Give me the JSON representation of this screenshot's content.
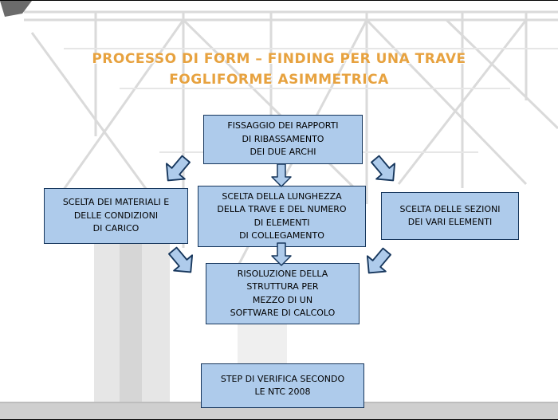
{
  "slide": {
    "title": "PROCESSO DI FORM – FINDING PER UNA TRAVE\nFOGLIFORME ASIMMETRICA",
    "title_color": "#E7A23F",
    "box_fill_color": "#AECBEB",
    "box_border_color": "#16365C",
    "arrow_fill_color": "#AECBEB",
    "arrow_border_color": "#16365C",
    "boxes": [
      {
        "id": "fissaggio",
        "text": "FISSAGGIO DEI RAPPORTI\nDI RIBASSAMENTO\nDEI DUE ARCHI"
      },
      {
        "id": "materiali",
        "text": "SCELTA DEI MATERIALI E\nDELLE CONDIZIONI\nDI CARICO"
      },
      {
        "id": "lunghezza",
        "text": "SCELTA DELLA LUNGHEZZA\nDELLA TRAVE E DEL NUMERO\nDI ELEMENTI\nDI COLLEGAMENTO"
      },
      {
        "id": "sezioni",
        "text": "SCELTA DELLE SEZIONI\nDEI VARI ELEMENTI"
      },
      {
        "id": "risoluzione",
        "text": "RISOLUZIONE DELLA\nSTRUTTURA PER\nMEZZO DI UN\nSOFTWARE DI CALCOLO"
      },
      {
        "id": "step",
        "text": "STEP DI VERIFICA SECONDO\nLE NTC 2008"
      }
    ]
  }
}
